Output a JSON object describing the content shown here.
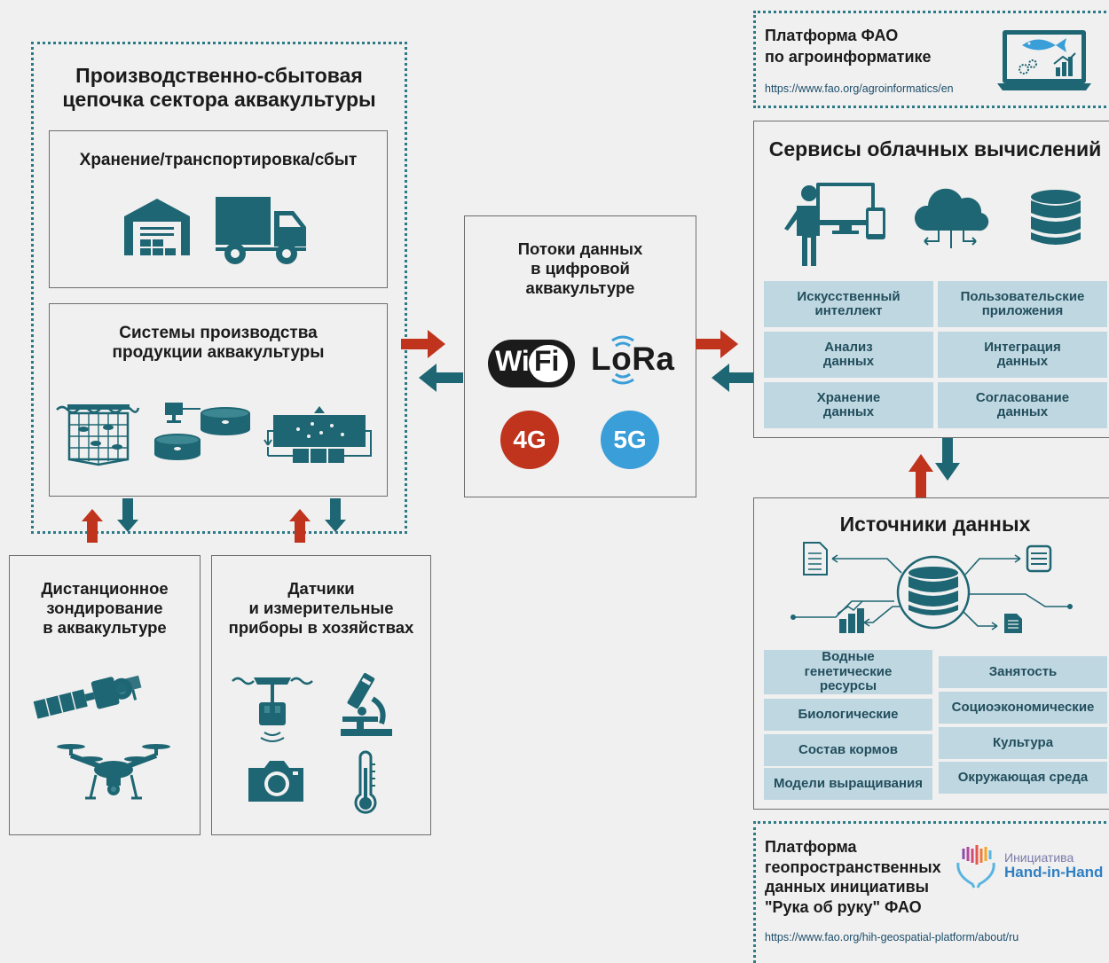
{
  "colors": {
    "teal": "#1e6673",
    "dark_teal": "#18505a",
    "red": "#c0341d",
    "blue": "#3a9ed8",
    "chip_bg": "#bfd7e1",
    "chip_text": "#224e5d"
  },
  "value_chain": {
    "title_line1": "Производственно-сбытовая",
    "title_line2": "цепочка сектора аквакультуры",
    "storage": {
      "title": "Хранение/транспортировка/сбыт",
      "icons": [
        "warehouse-icon",
        "truck-icon"
      ]
    },
    "production": {
      "title_line1": "Системы производства",
      "title_line2": "продукции аквакультуры",
      "icons": [
        "net-cage-icon",
        "tank-system-icon",
        "recirculation-icon"
      ]
    }
  },
  "remote_sensing": {
    "line1": "Дистанционное",
    "line2": "зондирование",
    "line3": "в аквакультуре",
    "icons": [
      "satellite-icon",
      "drone-icon"
    ]
  },
  "sensors": {
    "line1": "Датчики",
    "line2": "и измерительные",
    "line3": "приборы в хозяйствах",
    "icons": [
      "buoy-sensor-icon",
      "microscope-icon",
      "camera-icon",
      "thermometer-icon"
    ]
  },
  "data_flows": {
    "title_line1": "Потоки данных",
    "title_line2": "в цифровой",
    "title_line3": "аквакультуре",
    "wifi_left": "Wi",
    "wifi_right": "Fi",
    "lora": "LoRa",
    "g4": "4G",
    "g5": "5G"
  },
  "fao_platform": {
    "line1": "Платформа ФАО",
    "line2": "по агроинформатике",
    "url": "https://www.fao.org/agroinformatics/en"
  },
  "cloud": {
    "title": "Сервисы облачных вычислений",
    "chips_left": [
      [
        "Искусственный",
        "интеллект"
      ],
      [
        "Анализ",
        "данных"
      ],
      [
        "Хранение",
        "данных"
      ]
    ],
    "chips_right": [
      [
        "Пользовательские",
        "приложения"
      ],
      [
        "Интеграция",
        "данных"
      ],
      [
        "Согласование",
        "данных"
      ]
    ]
  },
  "data_sources": {
    "title": "Источники данных",
    "chips_left": [
      "Водные генетические ресурсы",
      "Биологические",
      "Состав кормов",
      "Модели выращивания"
    ],
    "chips_right": [
      "Занятость",
      "Социоэкономические",
      "Культура",
      "Окружающая среда"
    ]
  },
  "hih_platform": {
    "line1": "Платформа",
    "line2": "геопространственных",
    "line3": "данных инициативы",
    "line4": "\"Рука об руку\" ФАО",
    "logo_line1": "Инициатива",
    "logo_line2": "Hand-in-Hand",
    "url": "https://www.fao.org/hih-geospatial-platform/about/ru"
  }
}
